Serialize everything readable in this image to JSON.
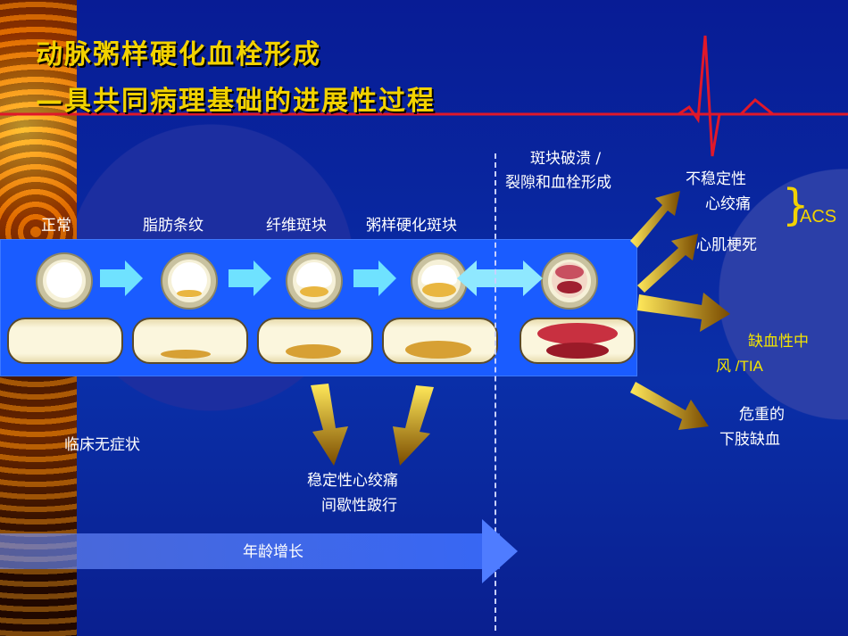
{
  "title": {
    "line1": "动脉粥样硬化血栓形成",
    "line2": "—具共同病理基础的进展性过程"
  },
  "stages": {
    "normal": "正常",
    "fatty_streak": "脂肪条纹",
    "fibrous_plaque": "纤维斑块",
    "atheroma": "粥样硬化斑块",
    "rupture_line1": "斑块破溃 /",
    "rupture_line2": "裂隙和血栓形成"
  },
  "outcomes": {
    "unstable_angina_line1": "不稳定性",
    "unstable_angina_line2": "心绞痛",
    "mi": "心肌梗死",
    "acs": "ACS",
    "stroke_line1": "缺血性中",
    "stroke_line2": "风 /TIA",
    "limb_line1": "危重的",
    "limb_line2": "下肢缺血"
  },
  "bottom": {
    "asymptomatic": "临床无症状",
    "stable_line1": "稳定性心绞痛",
    "stable_line2": "间歇性跛行",
    "age": "年龄增长"
  },
  "colors": {
    "background": "#061a8c",
    "band": "#1a5cff",
    "title": "#f2d200",
    "ecg": "#e0182a",
    "arrow_gold": "#d8b200",
    "arrow_cyan": "#6fe2ff"
  }
}
